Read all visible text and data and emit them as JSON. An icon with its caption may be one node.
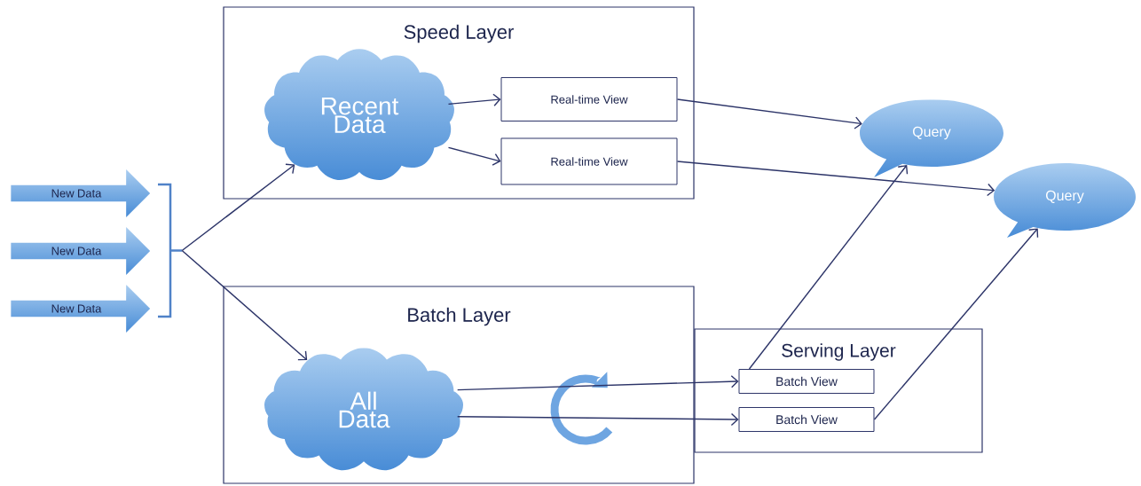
{
  "diagram": {
    "nodes": [
      {
        "text": [
          "Speed Layer"
        ]
      },
      {
        "text": [
          "Recent Data"
        ],
        "in": 0
      },
      {
        "text": [
          "Real-time View"
        ],
        "in": 0
      },
      {
        "text": [
          "Real-time View"
        ],
        "in": 0
      },
      {
        "text": [
          "Batch Layer"
        ]
      },
      {
        "text": [
          "All Data"
        ],
        "in": 4
      },
      {
        "text": [
          "Serving Layer"
        ]
      },
      {
        "text": [
          "Batch View"
        ],
        "in": 6
      },
      {
        "text": [
          "Batch View"
        ],
        "in": 6
      },
      {
        "text": [
          "Query"
        ]
      },
      {
        "text": [
          "Query"
        ]
      },
      {
        "text": [
          "New Data"
        ]
      },
      {
        "text": [
          "New Data"
        ]
      },
      {
        "text": [
          "New Data"
        ]
      },
      {
        "text": [],
        "shape": "bracket"
      }
    ],
    "edges": [
      {
        "from": 14,
        "to": 1,
        "arrow": "to"
      },
      {
        "from": 14,
        "to": 5,
        "arrow": "to"
      },
      {
        "from": 1,
        "to": 2,
        "arrow": "to"
      },
      {
        "from": 1,
        "to": 3,
        "arrow": "to"
      },
      {
        "from": 2,
        "to": 9,
        "arrow": "to"
      },
      {
        "from": 3,
        "to": 10,
        "arrow": "to"
      },
      {
        "from": 5,
        "to": 7,
        "arrow": "to"
      },
      {
        "from": 5,
        "to": 8,
        "arrow": "to"
      },
      {
        "from": 7,
        "to": 9,
        "arrow": "to"
      },
      {
        "from": 8,
        "to": 10,
        "arrow": "to"
      }
    ]
  }
}
